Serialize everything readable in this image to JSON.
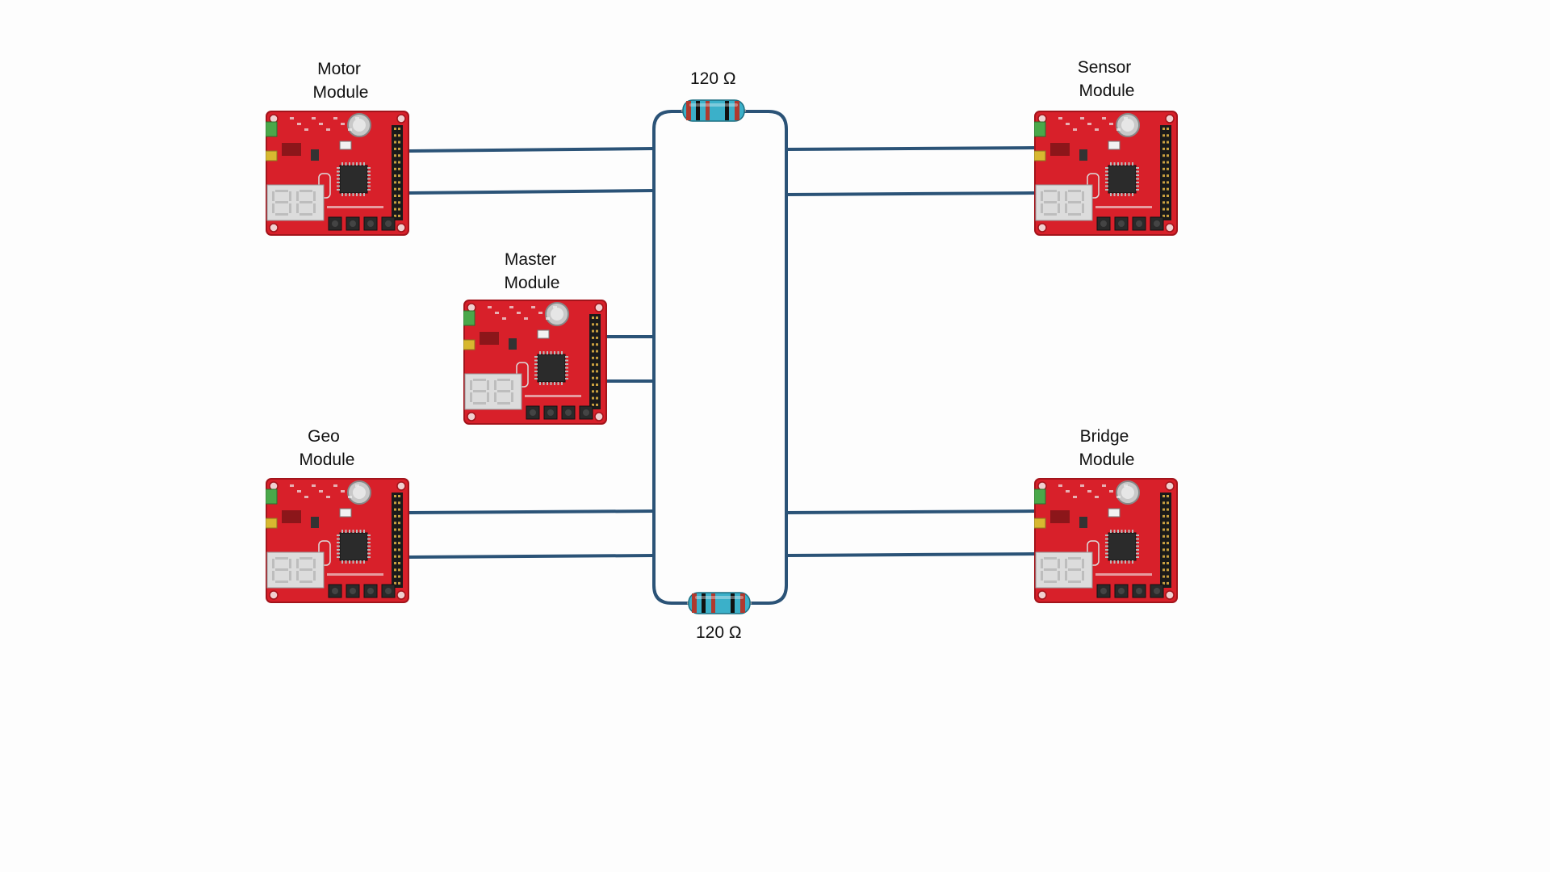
{
  "bus": {
    "wire_color": "#2b5377",
    "resistor_top_label": "120 Ω",
    "resistor_bottom_label": "120 Ω"
  },
  "modules": {
    "motor": {
      "line1": "Motor",
      "line2": "Module"
    },
    "sensor": {
      "line1": "Sensor",
      "line2": "Module"
    },
    "master": {
      "line1": "Master",
      "line2": "Module"
    },
    "geo": {
      "line1": "Geo",
      "line2": "Module"
    },
    "bridge": {
      "line1": "Bridge",
      "line2": "Module"
    }
  },
  "board_colors": {
    "pcb": "#d8202a",
    "pcb_dark": "#a3141b",
    "display": "#dcdcdc",
    "display_segment": "#bdbdbd",
    "chip": "#2b2b2b",
    "header": "#1a1a1a",
    "terminal": "#4aa84a",
    "usb": "#d8b830",
    "battery": "#c9c9c9"
  }
}
